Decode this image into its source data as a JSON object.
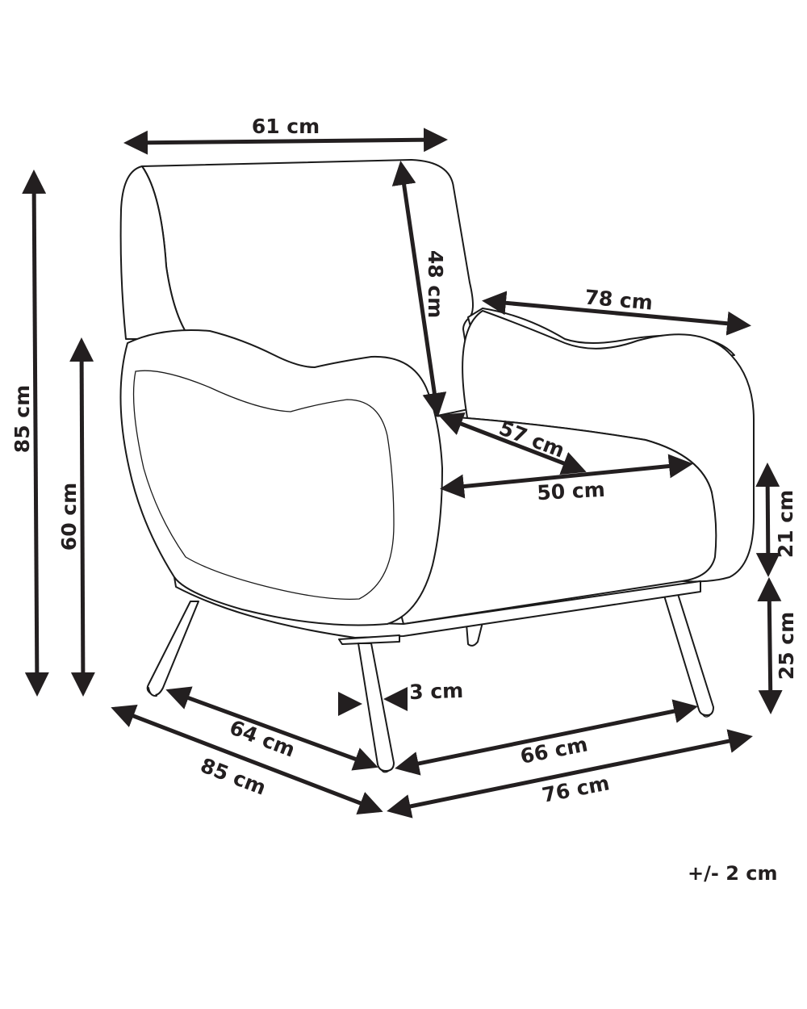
{
  "diagram": {
    "subject": "armchair",
    "line_color": "#1a1a1a",
    "arrow_color": "#231f20",
    "background": "#ffffff"
  },
  "dimensions": {
    "backrest_width": "61 cm",
    "backrest_height": "48 cm",
    "overall_width": "78 cm",
    "seat_depth": "57 cm",
    "seat_width": "50 cm",
    "total_height": "85 cm",
    "armrest_height": "60 cm",
    "seat_cushion_height": "21 cm",
    "seat_height_from_floor": "25 cm",
    "leg_diameter": "3 cm",
    "leg_span_depth": "64 cm",
    "overall_depth": "85 cm",
    "leg_span_width": "66 cm",
    "base_width": "76 cm"
  },
  "tolerance": "+/- 2 cm"
}
